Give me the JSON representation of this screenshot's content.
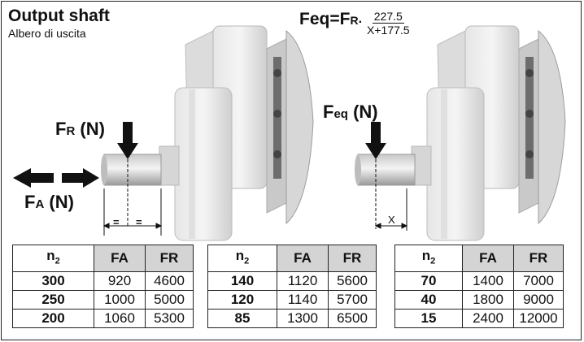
{
  "title": "Output shaft",
  "subtitle": "Albero di uscita",
  "formula": {
    "lhs": "Feq=F",
    "lhs_sub": "R",
    "dot": " .",
    "numerator": "227.5",
    "denominator": "X+177.5"
  },
  "labels": {
    "fr_main": "F",
    "fr_sub": "R",
    "fr_unit": " (N)",
    "fa_main": "F",
    "fa_sub": "A",
    "fa_unit": " (N)",
    "feq_main": "F",
    "feq_sub": "eq",
    "feq_unit": " (N)",
    "eq1": "=",
    "eq2": "=",
    "x_dim": "X"
  },
  "table_headers": {
    "n2": "n",
    "n2_sub": "2",
    "fa": "FA",
    "fr": "FR"
  },
  "tables": [
    {
      "rows": [
        {
          "n2": "300",
          "fa": "920",
          "fr": "4600"
        },
        {
          "n2": "250",
          "fa": "1000",
          "fr": "5000"
        },
        {
          "n2": "200",
          "fa": "1060",
          "fr": "5300"
        }
      ]
    },
    {
      "rows": [
        {
          "n2": "140",
          "fa": "1120",
          "fr": "5600"
        },
        {
          "n2": "120",
          "fa": "1140",
          "fr": "5700"
        },
        {
          "n2": "85",
          "fa": "1300",
          "fr": "6500"
        }
      ]
    },
    {
      "rows": [
        {
          "n2": "70",
          "fa": "1400",
          "fr": "7000"
        },
        {
          "n2": "40",
          "fa": "1800",
          "fr": "9000"
        },
        {
          "n2": "15",
          "fa": "2400",
          "fr": "12000"
        }
      ]
    }
  ]
}
